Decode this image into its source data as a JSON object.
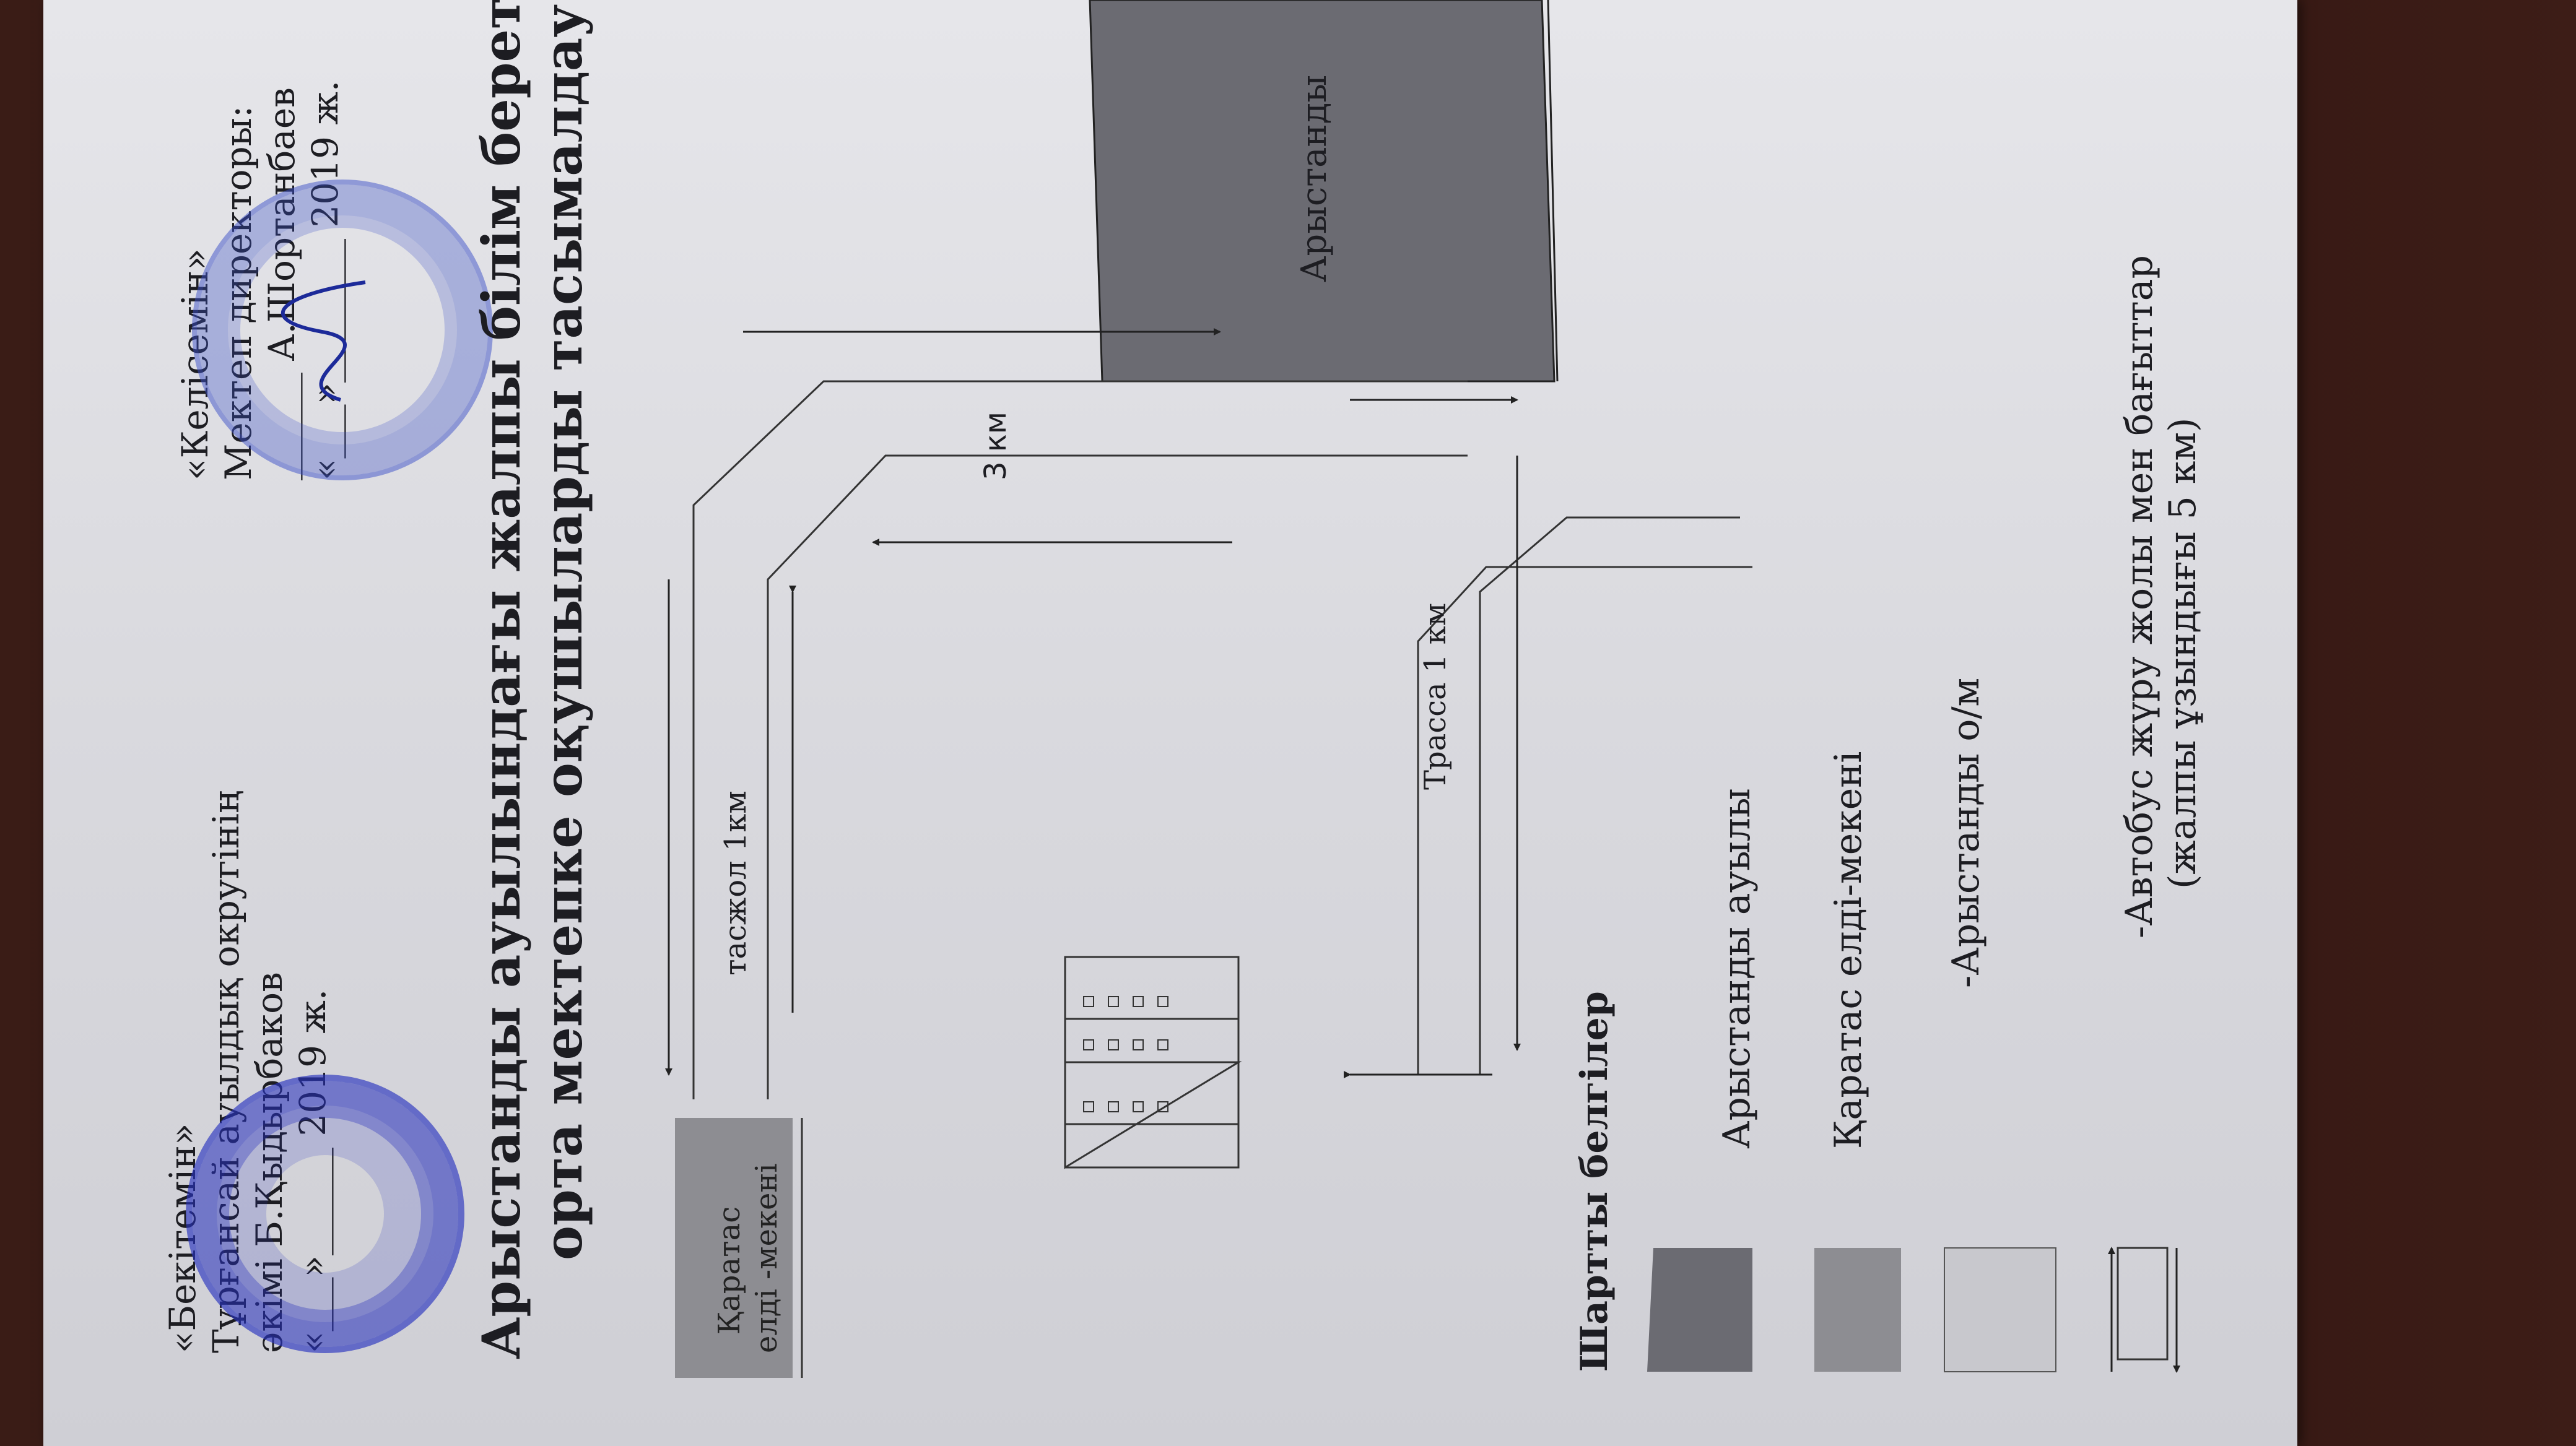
{
  "approval_left": {
    "heading": "«Бекітемін»",
    "line2": "Тұрғансай ауылдық округінің",
    "line3": "әкімі Б.Қыдырбаков",
    "line4": "«___»______ 2019 ж."
  },
  "approval_right": {
    "heading": "«Келісемін»",
    "line2": "Мектеп директоры:",
    "line3": "______ А.Шортанбаев",
    "line4": "«___»________ 2019 ж."
  },
  "title": {
    "line1": "Арыстанды ауылындағы жалпы білім беретін Арыстанды",
    "line2": "орта мектепке оқушыларды тасымалдау схемасы"
  },
  "map": {
    "karatas_label_1": "Қаратас",
    "karatas_label_2": "елді -мекені",
    "arystandy_label": "Арыстанды",
    "road_dirt": "тасжол 1км",
    "road_3km": "3 км",
    "road_highway": "Трасса 1 км"
  },
  "legend": {
    "heading": "Шартты белгілер",
    "item1": "Арыстанды ауылы",
    "item2": "Қаратас елді-мекені",
    "item3": "-Арыстанды о/м",
    "item4_line1": "-Автобус жүру жолы мен бағыттар",
    "item4_line2": "(жалпы ұзындығы 5 км)"
  },
  "colors": {
    "arystandy_block": "#6b6b72",
    "karatas_block": "#8d8d92",
    "stamp": "#2233bb"
  }
}
